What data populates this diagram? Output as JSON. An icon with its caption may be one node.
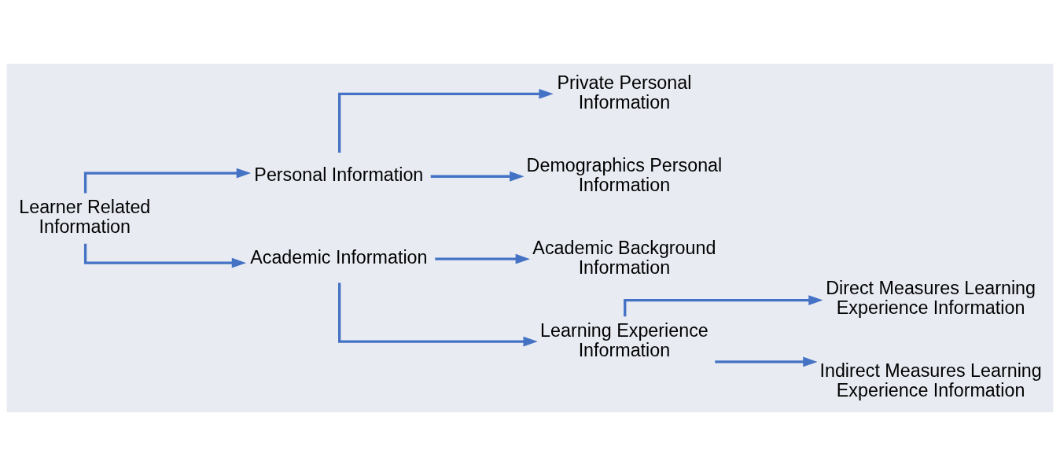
{
  "diagram": {
    "nodes": [
      {
        "text": [
          "Learner Related Information"
        ]
      },
      {
        "text": [
          "Personal Information"
        ]
      },
      {
        "text": [
          "Academic Information"
        ]
      },
      {
        "text": [
          "Private Personal Information"
        ]
      },
      {
        "text": [
          "Demographics Personal Information"
        ]
      },
      {
        "text": [
          "Academic Background Information"
        ]
      },
      {
        "text": [
          "Learning Experience Information"
        ]
      },
      {
        "text": [
          "Direct Measures Learning Experience Information"
        ]
      },
      {
        "text": [
          "Indirect Measures Learning Experience Information"
        ]
      }
    ],
    "edges": [
      {
        "from": 0,
        "to": 1,
        "arrow": "to"
      },
      {
        "from": 0,
        "to": 2,
        "arrow": "to"
      },
      {
        "from": 1,
        "to": 3,
        "arrow": "to"
      },
      {
        "from": 1,
        "to": 4,
        "arrow": "to"
      },
      {
        "from": 2,
        "to": 5,
        "arrow": "to"
      },
      {
        "from": 2,
        "to": 6,
        "arrow": "to"
      },
      {
        "from": 6,
        "to": 7,
        "arrow": "to"
      },
      {
        "from": 6,
        "to": 8,
        "arrow": "to"
      }
    ]
  }
}
